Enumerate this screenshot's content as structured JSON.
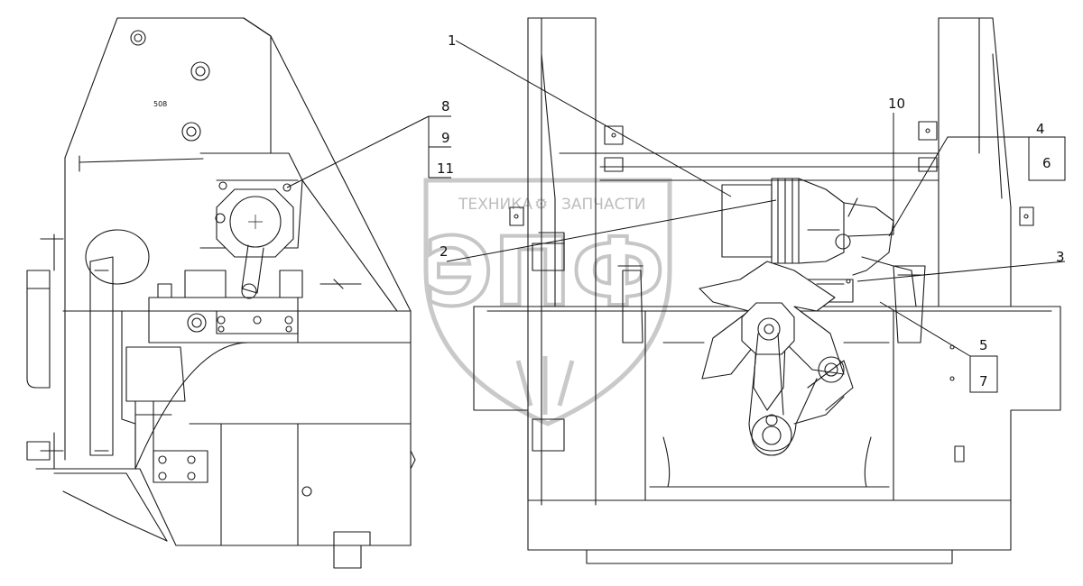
{
  "left_view": {
    "label": "508"
  },
  "watermark": {
    "line1": "ТЕХНИКА",
    "line2": "ЗАПЧАСТИ",
    "letters": "ЭПФ"
  },
  "callouts": [
    "1",
    "2",
    "3",
    "4",
    "5",
    "6",
    "7",
    "8",
    "9",
    "10",
    "11"
  ]
}
